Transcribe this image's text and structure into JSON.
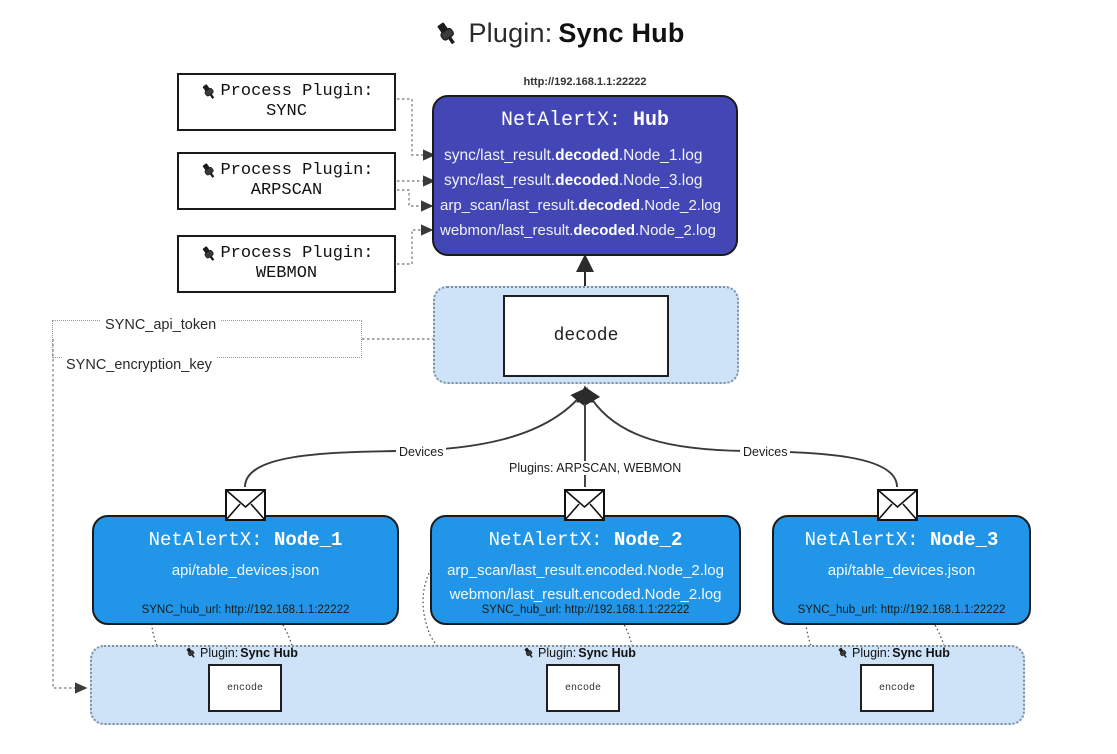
{
  "header": {
    "icon": "plug-icon",
    "prefix": "Plugin:",
    "name": "Sync Hub"
  },
  "process_plugins": [
    {
      "icon": "plug-icon",
      "line1": "Process Plugin:",
      "line2": "SYNC"
    },
    {
      "icon": "plug-icon",
      "line1": "Process Plugin:",
      "line2": "ARPSCAN"
    },
    {
      "icon": "plug-icon",
      "line1": "Process Plugin:",
      "line2": "WEBMON"
    }
  ],
  "hub": {
    "url": "http://192.168.1.1:22222",
    "title_prefix": "NetAlertX:",
    "title_name": "Hub",
    "files": [
      {
        "pre": "sync/last_result.",
        "mid": "decoded",
        "post": ".Node_1.log"
      },
      {
        "pre": "sync/last_result.",
        "mid": "decoded",
        "post": ".Node_3.log"
      },
      {
        "pre": "arp_scan/last_result.",
        "mid": "decoded",
        "post": ".Node_2.log"
      },
      {
        "pre": "webmon/last_result.",
        "mid": "decoded",
        "post": ".Node_2.log"
      }
    ],
    "color": "#4247b5"
  },
  "decode": {
    "label": "decode",
    "group_color": "#cfe3f8"
  },
  "secrets": [
    {
      "label": "SYNC_api_token"
    },
    {
      "label": "SYNC_encryption_key"
    }
  ],
  "edge_labels": {
    "devices_left": "Devices",
    "devices_right": "Devices",
    "plugins": "Plugins: ARPSCAN, WEBMON"
  },
  "nodes": [
    {
      "icon": "envelope-icon",
      "title_prefix": "NetAlertX:",
      "title_name": "Node_1",
      "files": [
        "api/table_devices.json"
      ],
      "footer": "SYNC_hub_url: http://192.168.1.1:22222",
      "color": "#2196e8",
      "plugin_label_prefix": "Plugin:",
      "plugin_label_name": "Sync Hub",
      "encode_label": "encode"
    },
    {
      "icon": "envelope-icon",
      "title_prefix": "NetAlertX:",
      "title_name": "Node_2",
      "files": [
        "arp_scan/last_result.encoded.Node_2.log",
        "webmon/last_result.encoded.Node_2.log"
      ],
      "footer": "SYNC_hub_url: http://192.168.1.1:22222",
      "color": "#2196e8",
      "plugin_label_prefix": "Plugin:",
      "plugin_label_name": "Sync Hub",
      "encode_label": "encode"
    },
    {
      "icon": "envelope-icon",
      "title_prefix": "NetAlertX:",
      "title_name": "Node_3",
      "files": [
        "api/table_devices.json"
      ],
      "footer": "SYNC_hub_url: http://192.168.1.1:22222",
      "color": "#2196e8",
      "plugin_label_prefix": "Plugin:",
      "plugin_label_name": "Sync Hub",
      "encode_label": "encode"
    }
  ]
}
